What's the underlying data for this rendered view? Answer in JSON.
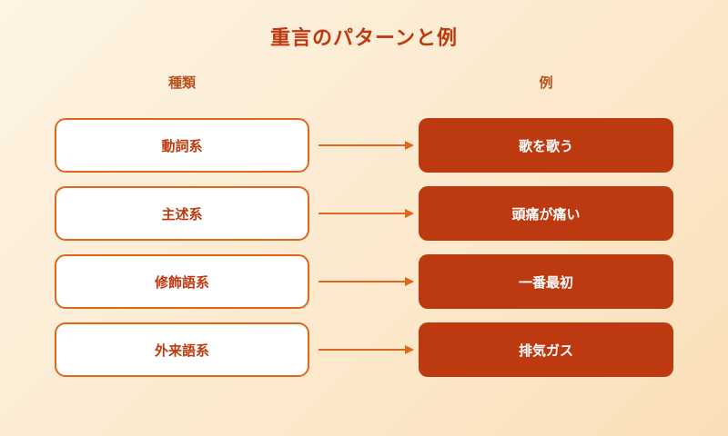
{
  "diagram": {
    "title": "重言のパターンと例",
    "headers": {
      "type": "種類",
      "example": "例"
    },
    "rows": [
      {
        "type": "動詞系",
        "example": "歌を歌う"
      },
      {
        "type": "主述系",
        "example": "頭痛が痛い"
      },
      {
        "type": "修飾語系",
        "example": "一番最初"
      },
      {
        "type": "外来語系",
        "example": "排気ガス"
      }
    ]
  },
  "colors": {
    "accent": "#c0390e",
    "box_border": "#e0661d",
    "example_fill": "#bd3a11",
    "arrow": "#e0661d",
    "background_start": "#fdf4e4",
    "background_end": "#f9dfb8"
  }
}
